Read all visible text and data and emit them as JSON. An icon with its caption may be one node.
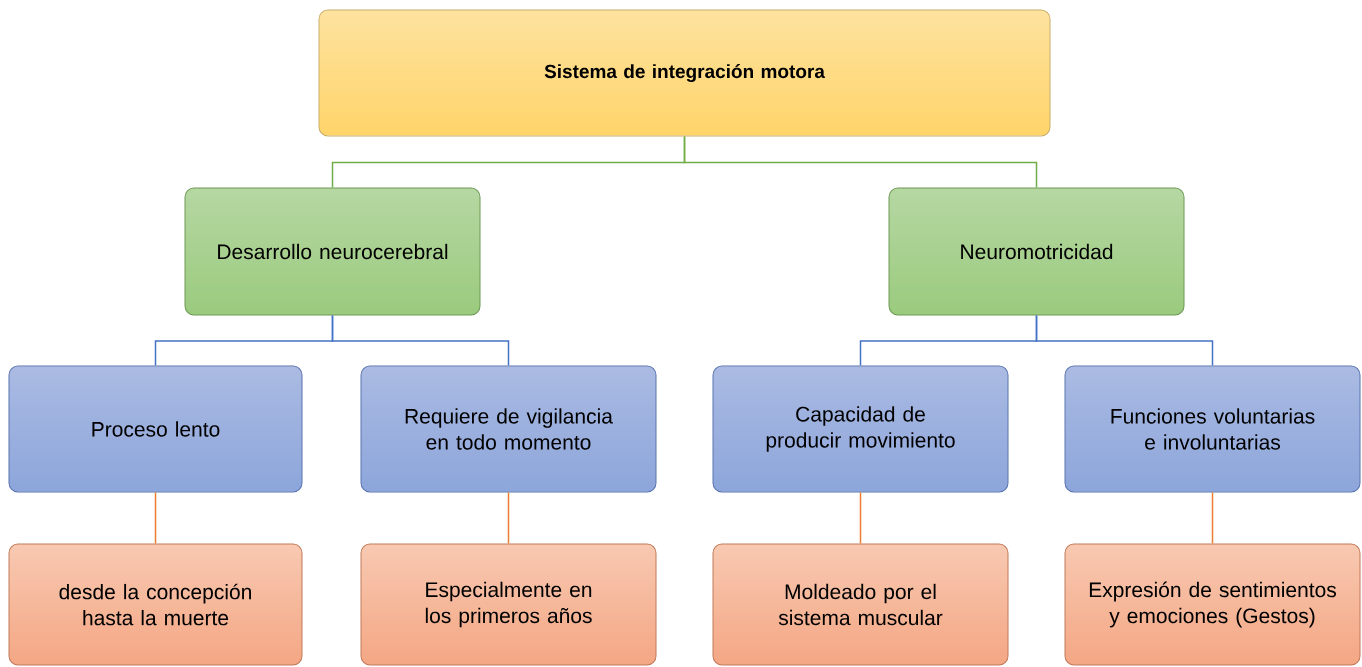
{
  "diagram": {
    "nodes": [
      {
        "text": [
          "Sistema de integración motora"
        ]
      },
      {
        "text": [
          "Desarrollo neurocerebral"
        ]
      },
      {
        "text": [
          "Neuromotricidad"
        ]
      },
      {
        "text": [
          "Proceso lento"
        ]
      },
      {
        "text": [
          "Requiere de vigilancia en todo momento"
        ]
      },
      {
        "text": [
          "Capacidad de producir movimiento"
        ]
      },
      {
        "text": [
          "Funciones voluntarias e involuntarias"
        ]
      },
      {
        "text": [
          "desde la concepción hasta la muerte"
        ]
      },
      {
        "text": [
          "Especialmente en los primeros años"
        ]
      },
      {
        "text": [
          "Moldeado por el sistema muscular"
        ]
      },
      {
        "text": [
          "Expresión de sentimientos y emociones (Gestos)"
        ]
      }
    ],
    "edges": [
      {
        "from": 0,
        "to": 1,
        "arrow": "none",
        "color": "#70ad47"
      },
      {
        "from": 0,
        "to": 2,
        "arrow": "none",
        "color": "#70ad47"
      },
      {
        "from": 1,
        "to": 3,
        "arrow": "none",
        "color": "#4472c4"
      },
      {
        "from": 1,
        "to": 4,
        "arrow": "none",
        "color": "#4472c4"
      },
      {
        "from": 2,
        "to": 5,
        "arrow": "none",
        "color": "#4472c4"
      },
      {
        "from": 2,
        "to": 6,
        "arrow": "none",
        "color": "#4472c4"
      },
      {
        "from": 3,
        "to": 7,
        "arrow": "none",
        "color": "#ed7d31"
      },
      {
        "from": 4,
        "to": 8,
        "arrow": "none",
        "color": "#ed7d31"
      },
      {
        "from": 5,
        "to": 9,
        "arrow": "none",
        "color": "#ed7d31"
      },
      {
        "from": 6,
        "to": 10,
        "arrow": "none",
        "color": "#ed7d31"
      }
    ]
  }
}
